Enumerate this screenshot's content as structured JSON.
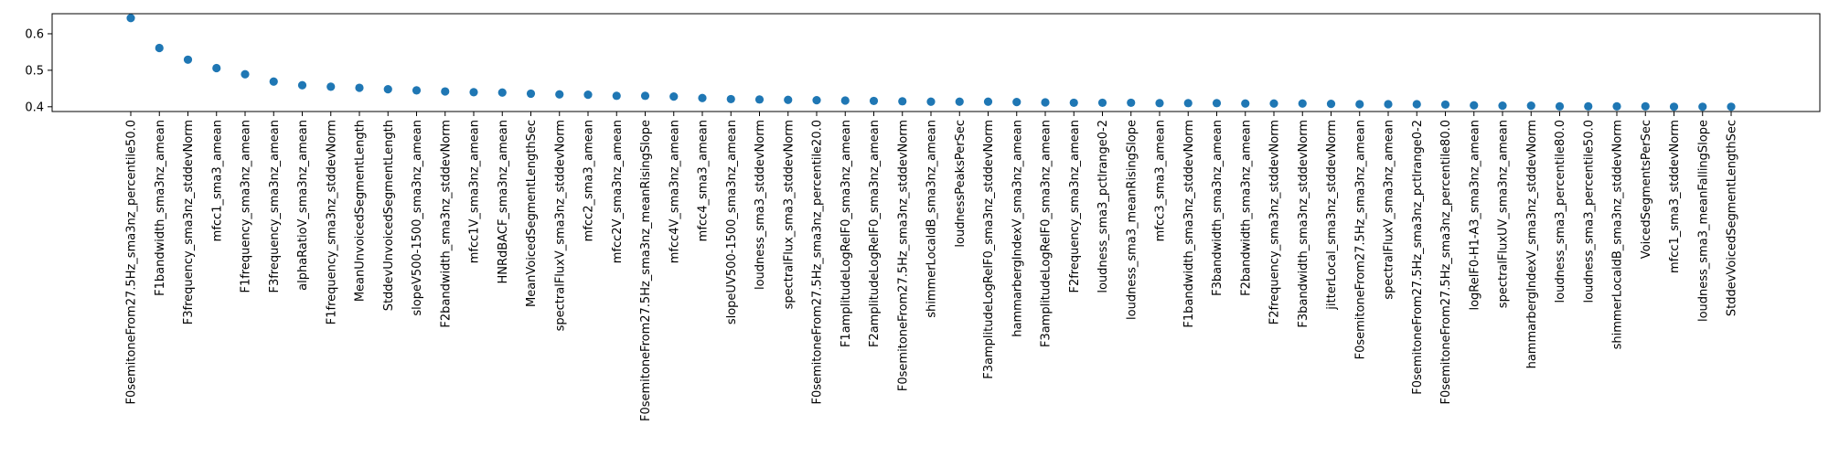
{
  "chart_data": {
    "type": "scatter",
    "title": "",
    "xlabel": "",
    "ylabel": "",
    "ylim": [
      0.387,
      0.655
    ],
    "yticks": [
      0.4,
      0.5,
      0.6
    ],
    "ytick_labels": [
      "0.4",
      "0.5",
      "0.6"
    ],
    "grid": false,
    "marker_color": "#1f77b4",
    "categories": [
      "F0semitoneFrom27.5Hz_sma3nz_percentile50.0",
      "F1bandwidth_sma3nz_amean",
      "F3frequency_sma3nz_stddevNorm",
      "mfcc1_sma3_amean",
      "F1frequency_sma3nz_amean",
      "F3frequency_sma3nz_amean",
      "alphaRatioV_sma3nz_amean",
      "F1frequency_sma3nz_stddevNorm",
      "MeanUnvoicedSegmentLength",
      "StddevUnvoicedSegmentLength",
      "slopeV500-1500_sma3nz_amean",
      "F2bandwidth_sma3nz_stddevNorm",
      "mfcc1V_sma3nz_amean",
      "HNRdBACF_sma3nz_amean",
      "MeanVoicedSegmentLengthSec",
      "spectralFluxV_sma3nz_stddevNorm",
      "mfcc2_sma3_amean",
      "mfcc2V_sma3nz_amean",
      "F0semitoneFrom27.5Hz_sma3nz_meanRisingSlope",
      "mfcc4V_sma3nz_amean",
      "mfcc4_sma3_amean",
      "slopeUV500-1500_sma3nz_amean",
      "loudness_sma3_stddevNorm",
      "spectralFlux_sma3_stddevNorm",
      "F0semitoneFrom27.5Hz_sma3nz_percentile20.0",
      "F1amplitudeLogRelF0_sma3nz_amean",
      "F2amplitudeLogRelF0_sma3nz_amean",
      "F0semitoneFrom27.5Hz_sma3nz_stddevNorm",
      "shimmerLocaldB_sma3nz_amean",
      "loudnessPeaksPerSec",
      "F3amplitudeLogRelF0_sma3nz_stddevNorm",
      "hammarbergIndexV_sma3nz_amean",
      "F3amplitudeLogRelF0_sma3nz_amean",
      "F2frequency_sma3nz_amean",
      "loudness_sma3_pctlrange0-2",
      "loudness_sma3_meanRisingSlope",
      "mfcc3_sma3_amean",
      "F1bandwidth_sma3nz_stddevNorm",
      "F3bandwidth_sma3nz_amean",
      "F2bandwidth_sma3nz_amean",
      "F2frequency_sma3nz_stddevNorm",
      "F3bandwidth_sma3nz_stddevNorm",
      "jitterLocal_sma3nz_stddevNorm",
      "F0semitoneFrom27.5Hz_sma3nz_amean",
      "spectralFluxV_sma3nz_amean",
      "F0semitoneFrom27.5Hz_sma3nz_pctlrange0-2",
      "F0semitoneFrom27.5Hz_sma3nz_percentile80.0",
      "logRelF0-H1-A3_sma3nz_amean",
      "spectralFluxUV_sma3nz_amean",
      "hammarbergIndexV_sma3nz_stddevNorm",
      "loudness_sma3_percentile80.0",
      "loudness_sma3_percentile50.0",
      "shimmerLocaldB_sma3nz_stddevNorm",
      "VoicedSegmentsPerSec",
      "mfcc1_sma3_stddevNorm",
      "loudness_sma3_meanFallingSlope",
      "StddevVoicedSegmentLengthSec"
    ],
    "values": [
      0.643,
      0.561,
      0.529,
      0.506,
      0.489,
      0.469,
      0.459,
      0.455,
      0.452,
      0.448,
      0.445,
      0.442,
      0.44,
      0.439,
      0.436,
      0.434,
      0.433,
      0.43,
      0.43,
      0.428,
      0.424,
      0.421,
      0.42,
      0.419,
      0.418,
      0.417,
      0.416,
      0.415,
      0.414,
      0.414,
      0.414,
      0.413,
      0.412,
      0.411,
      0.411,
      0.411,
      0.41,
      0.41,
      0.41,
      0.409,
      0.409,
      0.409,
      0.408,
      0.407,
      0.407,
      0.407,
      0.406,
      0.404,
      0.403,
      0.403,
      0.401,
      0.401,
      0.401,
      0.401,
      0.4,
      0.4,
      0.4
    ]
  }
}
